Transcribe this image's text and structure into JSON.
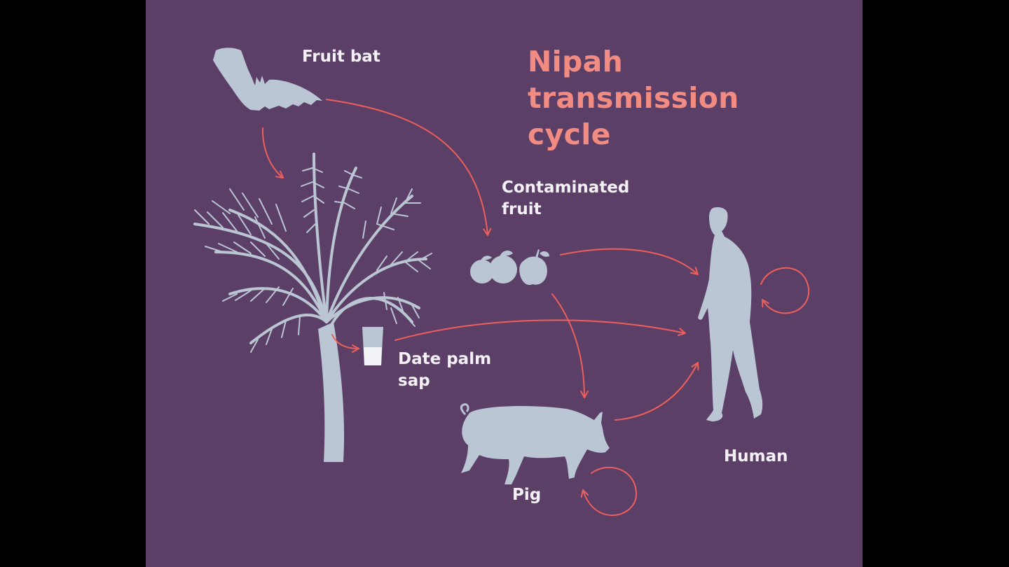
{
  "diagram": {
    "title": "Nipah transmission cycle",
    "colors": {
      "background": "#5c3f66",
      "silhouette": "#bac6d3",
      "arrow": "#ec5f5c",
      "title": "#f28b82",
      "label": "#f4f1f6"
    },
    "nodes": {
      "fruit_bat": {
        "label": "Fruit bat",
        "icon": "bat-icon"
      },
      "contaminated_fruit": {
        "label": "Contaminated fruit",
        "icon": "fruit-icon"
      },
      "date_palm_sap": {
        "label": "Date palm sap",
        "icon": "glass-icon"
      },
      "palm_tree": {
        "icon": "palm-tree-icon"
      },
      "pig": {
        "label": "Pig",
        "icon": "pig-icon"
      },
      "human": {
        "label": "Human",
        "icon": "human-icon"
      }
    },
    "edges": [
      {
        "from": "Fruit bat",
        "to": "Palm tree"
      },
      {
        "from": "Fruit bat",
        "to": "Contaminated fruit"
      },
      {
        "from": "Palm tree",
        "to": "Date palm sap"
      },
      {
        "from": "Contaminated fruit",
        "to": "Human"
      },
      {
        "from": "Contaminated fruit",
        "to": "Pig"
      },
      {
        "from": "Date palm sap",
        "to": "Human"
      },
      {
        "from": "Pig",
        "to": "Human"
      },
      {
        "from": "Pig",
        "to": "Pig"
      },
      {
        "from": "Human",
        "to": "Human"
      }
    ]
  }
}
